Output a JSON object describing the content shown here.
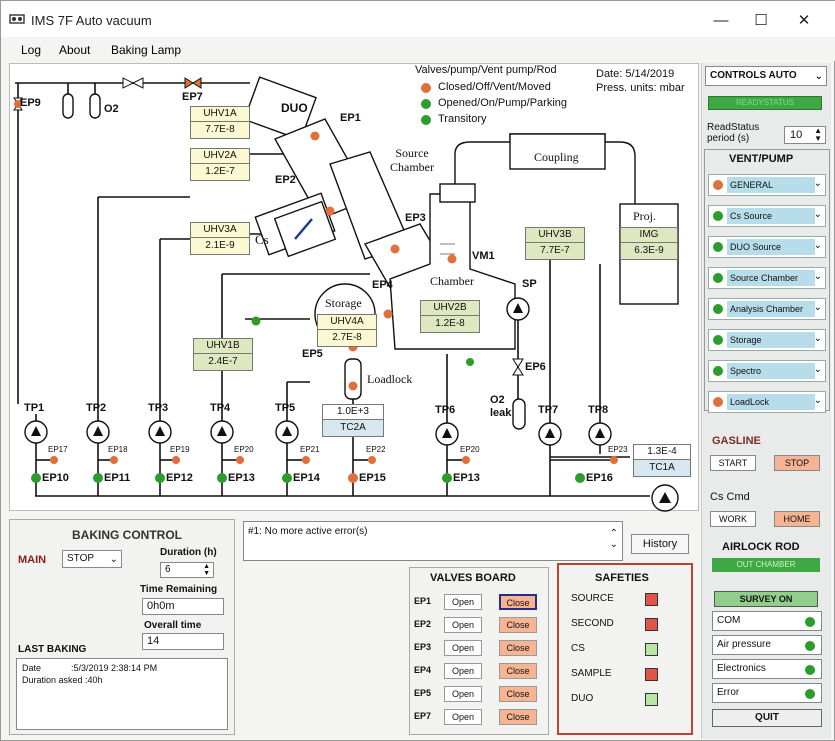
{
  "window": {
    "title": "IMS 7F Auto vacuum",
    "controls": {
      "minimize": "—",
      "maximize": "☐",
      "close": "✕"
    }
  },
  "menu": [
    "Log",
    "About",
    "Baking Lamp"
  ],
  "legend": {
    "title": "Valves/pump/Vent pump/Rod",
    "items": [
      {
        "label": "Closed/Off/Vent/Moved",
        "color": "#e0703a"
      },
      {
        "label": "Opened/On/Pump/Parking",
        "color": "#2a9d2a"
      },
      {
        "label": "Transitory",
        "color": "#2a9d2a"
      }
    ],
    "date": "Date: 5/14/2019",
    "units": "Press. units: mbar"
  },
  "synoptic": {
    "chambers": {
      "duo": "DUO",
      "source_chamber": "Source\nChamber",
      "coupling": "Coupling",
      "proj": "Proj.",
      "chamber": "Chamber",
      "storage": "Storage",
      "cs": "Cs",
      "loadlock": "Loadlock",
      "sp": "SP",
      "o2_leak": "O2\nleak",
      "o2": "O2"
    },
    "gauges": [
      {
        "name": "UHV1A",
        "value": "7.7E-8"
      },
      {
        "name": "UHV2A",
        "value": "1.2E-7"
      },
      {
        "name": "UHV3A",
        "value": "2.1E-9"
      },
      {
        "name": "UHV3B",
        "value": "7.7E-7"
      },
      {
        "name": "IMG",
        "value": "6.3E-9"
      },
      {
        "name": "UHV2B",
        "value": "1.2E-8"
      },
      {
        "name": "UHV4A",
        "value": "2.7E-8"
      },
      {
        "name": "UHV1B",
        "value": "2.4E-7"
      },
      {
        "name": "TC2A",
        "value": "1.0E+3"
      },
      {
        "name": "TC1A",
        "value": "1.3E-4"
      }
    ],
    "valve_labels": {
      "ep1": "EP1",
      "ep2": "EP2",
      "ep3": "EP3",
      "ep4": "EP4",
      "ep5": "EP5",
      "ep6": "EP6",
      "ep7": "EP7",
      "ep9": "EP9",
      "vm1": "VM1"
    },
    "pumps": [
      "TP1",
      "TP2",
      "TP3",
      "TP4",
      "TP5",
      "TP6",
      "TP7",
      "TP8"
    ],
    "bottom_valves": [
      "EP10",
      "EP11",
      "EP12",
      "EP13",
      "EP14",
      "EP15",
      "EP13",
      "EP16"
    ],
    "small_valves": [
      "EP17",
      "EP18",
      "EP19",
      "EP20",
      "EP21",
      "EP22",
      "EP20",
      "EP23"
    ]
  },
  "right_panel": {
    "mode": "CONTROLS AUTO",
    "ready_status": "READYSTATUS",
    "read_period_label": "ReadStatus\nperiod (s)",
    "read_period_value": "10",
    "vent_pump_title": "VENT/PUMP",
    "vent_pump_items": [
      {
        "label": "GENERAL",
        "state": "closed"
      },
      {
        "label": "Cs Source",
        "state": "open"
      },
      {
        "label": "DUO Source",
        "state": "open"
      },
      {
        "label": "Source Chamber",
        "state": "open"
      },
      {
        "label": "Analysis Chamber",
        "state": "open"
      },
      {
        "label": "Storage",
        "state": "open"
      },
      {
        "label": "Spectro",
        "state": "open"
      },
      {
        "label": "LoadLock",
        "state": "closed"
      }
    ],
    "gasline_title": "GASLINE",
    "gasline_start": "START",
    "gasline_stop": "STOP",
    "cs_cmd_title": "Cs Cmd",
    "cs_work": "WORK",
    "cs_home": "HOME",
    "airlock_title": "AIRLOCK ROD",
    "airlock_state": "OUT CHAMBER",
    "survey": "SURVEY ON",
    "status_items": [
      "COM",
      "Air pressure",
      "Electronics",
      "Error"
    ],
    "quit": "QUIT"
  },
  "baking": {
    "title": "BAKING CONTROL",
    "main_label": "MAIN",
    "main_value": "STOP",
    "duration_label": "Duration (h)",
    "duration_value": "6",
    "time_remaining_label": "Time Remaining",
    "time_remaining_value": "0h0m",
    "overall_label": "Overall time",
    "overall_value": "14",
    "last_label": "LAST BAKING",
    "last_date_label": "Date",
    "last_date_value": ":5/3/2019 2:38:14 PM",
    "last_duration": "Duration asked :40h"
  },
  "error_box": {
    "text": "#1: No more active error(s)",
    "history": "History"
  },
  "valves_board": {
    "title": "VALVES BOARD",
    "rows": [
      {
        "name": "EP1",
        "open": "Open",
        "close": "Close",
        "selected": true
      },
      {
        "name": "EP2",
        "open": "Open",
        "close": "Close",
        "selected": false
      },
      {
        "name": "EP3",
        "open": "Open",
        "close": "Close",
        "selected": false
      },
      {
        "name": "EP4",
        "open": "Open",
        "close": "Close",
        "selected": false
      },
      {
        "name": "EP5",
        "open": "Open",
        "close": "Close",
        "selected": false
      },
      {
        "name": "EP7",
        "open": "Open",
        "close": "Close",
        "selected": false
      }
    ]
  },
  "safeties": {
    "title": "SAFETIES",
    "items": [
      {
        "label": "SOURCE",
        "status": "red"
      },
      {
        "label": "SECOND",
        "status": "red"
      },
      {
        "label": "CS",
        "status": "green"
      },
      {
        "label": "SAMPLE",
        "status": "red"
      },
      {
        "label": "DUO",
        "status": "green"
      }
    ]
  },
  "colors": {
    "red": "#e05545",
    "green": "#b8e6a4",
    "valve_closed": "#e0703a",
    "valve_open": "#2a9d2a"
  }
}
